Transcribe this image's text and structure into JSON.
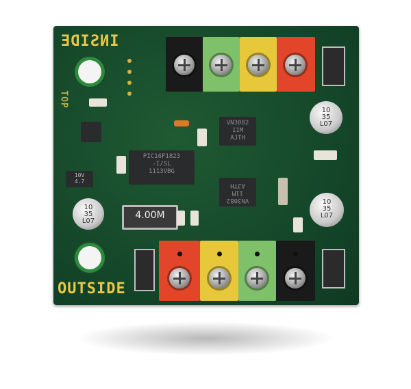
{
  "board": {
    "label_inside": "INSIDE",
    "label_outside": "OUTSIDE",
    "label_top": "TOP",
    "crystal": "4.00M",
    "mcu": [
      "PIC16F1823",
      "-I/SL",
      "1113VBG"
    ],
    "driver_top": [
      "VN3082",
      "11M",
      "AJTH"
    ],
    "driver_bottom": [
      "VN3082",
      "11M",
      "AJTH"
    ],
    "cap_left": [
      "10",
      "35",
      "L07"
    ],
    "cap_right_top": [
      "10",
      "35",
      "L07"
    ],
    "cap_right_bottom": [
      "10",
      "35",
      "L07"
    ],
    "tantalum": [
      "10V",
      "4.7"
    ],
    "terminal_colors_top": [
      "#1a1a1a",
      "#7fc06a",
      "#e6c83a",
      "#e2452a"
    ],
    "terminal_colors_bottom": [
      "#e2452a",
      "#e6c83a",
      "#7fc06a",
      "#1a1a1a"
    ],
    "pcb_color": "#1a4f2e"
  }
}
